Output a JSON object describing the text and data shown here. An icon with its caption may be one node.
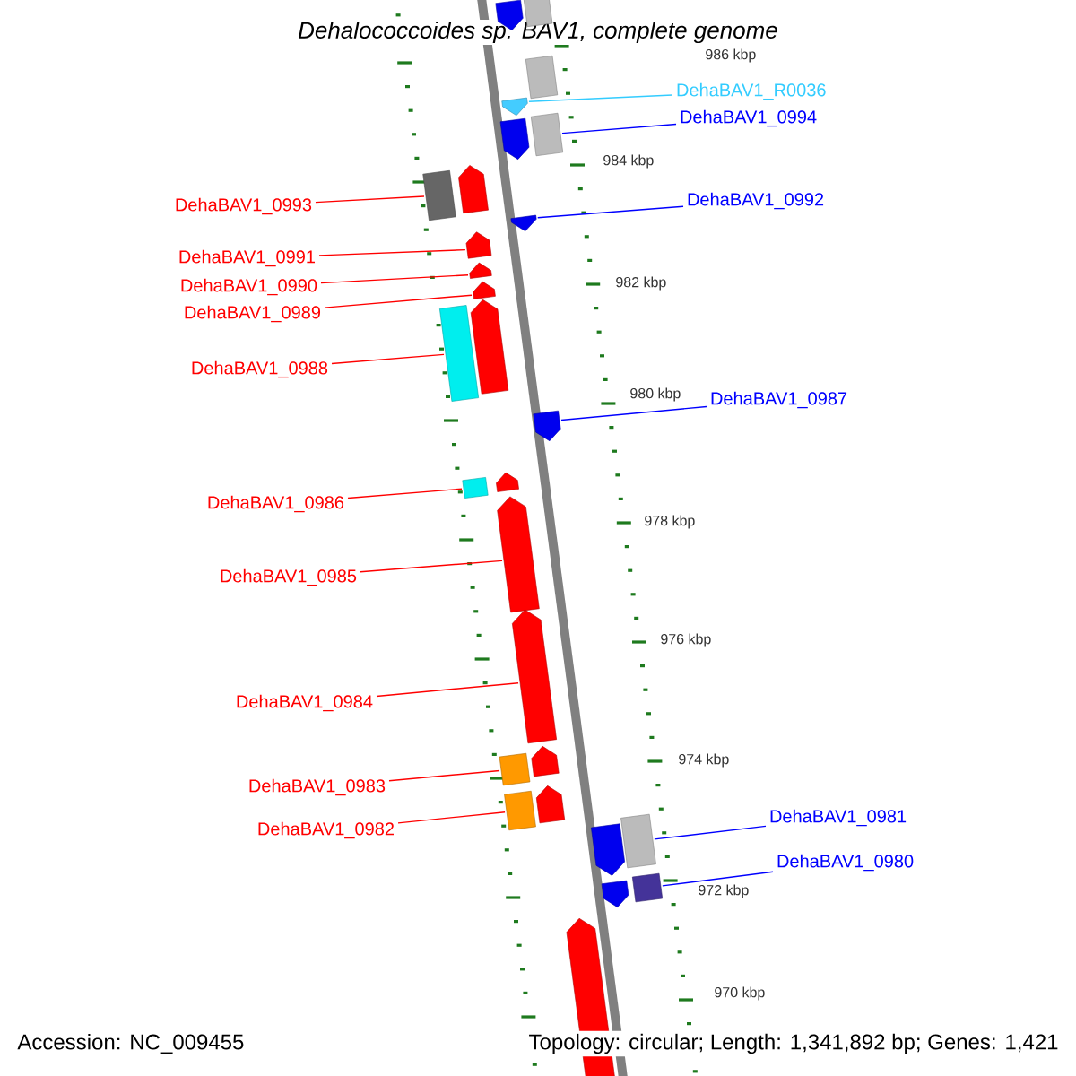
{
  "diagram": {
    "title": "Dehalococcoides sp. BAV1, complete genome",
    "nodes": [
      {
        "text": [
          "DehaBAV1_R0036"
        ]
      },
      {
        "text": [],
        "shape": "bar"
      },
      {
        "text": [
          "DehaBAV1_0994"
        ]
      },
      {
        "text": [],
        "shape": "box"
      },
      {
        "text": [
          "DehaBAV1_0992"
        ]
      },
      {
        "text": [],
        "shape": "bar"
      },
      {
        "text": [
          "DehaBAV1_0993"
        ]
      },
      {
        "text": [],
        "shape": "box"
      },
      {
        "text": [
          "DehaBAV1_0991"
        ]
      },
      {
        "text": [],
        "shape": "bar"
      },
      {
        "text": [
          "DehaBAV1_0990"
        ]
      },
      {
        "text": [],
        "shape": "bar"
      },
      {
        "text": [
          "DehaBAV1_0989"
        ]
      },
      {
        "text": [],
        "shape": "bar"
      },
      {
        "text": [
          "DehaBAV1_0988"
        ]
      },
      {
        "text": [],
        "shape": "box"
      },
      {
        "text": [
          "DehaBAV1_0987"
        ]
      },
      {
        "text": [],
        "shape": "bar"
      },
      {
        "text": [
          "DehaBAV1_0986"
        ]
      },
      {
        "text": [],
        "shape": "box"
      },
      {
        "text": [
          "DehaBAV1_0985"
        ]
      },
      {
        "text": [],
        "shape": "bar"
      },
      {
        "text": [
          "DehaBAV1_0984"
        ]
      },
      {
        "text": [],
        "shape": "bar"
      },
      {
        "text": [
          "DehaBAV1_0983"
        ]
      },
      {
        "text": [],
        "shape": "box"
      },
      {
        "text": [
          "DehaBAV1_0982"
        ]
      },
      {
        "text": [],
        "shape": "box"
      },
      {
        "text": [
          "DehaBAV1_0981"
        ]
      },
      {
        "text": [],
        "shape": "box"
      },
      {
        "text": [
          "DehaBAV1_0980"
        ]
      },
      {
        "text": [],
        "shape": "box"
      },
      {
        "text": [],
        "shape": "bar"
      },
      {
        "text": [],
        "shape": "box"
      },
      {
        "text": [],
        "shape": "box"
      },
      {
        "text": [],
        "shape": "bar"
      },
      {
        "text": [],
        "shape": "bar"
      },
      {
        "text": [],
        "shape": "bar"
      },
      {
        "text": [],
        "shape": "bar"
      },
      {
        "text": [],
        "shape": "bar"
      },
      {
        "text": [],
        "shape": "bar"
      },
      {
        "text": [],
        "shape": "bar"
      },
      {
        "text": [],
        "shape": "bar"
      },
      {
        "text": [],
        "shape": "bar"
      }
    ],
    "edges": [
      {
        "from": 0,
        "to": 1,
        "arrow": "none",
        "color": "#33ccff"
      },
      {
        "from": 2,
        "to": 3,
        "arrow": "none",
        "color": "#0000ff"
      },
      {
        "from": 4,
        "to": 5,
        "arrow": "none",
        "color": "#0000ff"
      },
      {
        "from": 6,
        "to": 7,
        "arrow": "none"
      },
      {
        "from": 8,
        "to": 9,
        "arrow": "none"
      },
      {
        "from": 10,
        "to": 11,
        "arrow": "none"
      },
      {
        "from": 12,
        "to": 13,
        "arrow": "none"
      },
      {
        "from": 14,
        "to": 15,
        "arrow": "none"
      },
      {
        "from": 16,
        "to": 17,
        "arrow": "none",
        "color": "#0000ff"
      },
      {
        "from": 18,
        "to": 19,
        "arrow": "none"
      },
      {
        "from": 20,
        "to": 21,
        "arrow": "none"
      },
      {
        "from": 22,
        "to": 23,
        "arrow": "none"
      },
      {
        "from": 24,
        "to": 25,
        "arrow": "none"
      },
      {
        "from": 26,
        "to": 27,
        "arrow": "none"
      },
      {
        "from": 28,
        "to": 29,
        "arrow": "none",
        "color": "#0000ff"
      },
      {
        "from": 30,
        "to": 31,
        "arrow": "none",
        "color": "#0000ff"
      }
    ],
    "labels": [
      "986 kbp",
      "984 kbp",
      "982 kbp",
      "980 kbp",
      "978 kbp",
      "976 kbp",
      "974 kbp",
      "972 kbp",
      "970 kbp",
      "Accession: NC_009455",
      "Topology: circular; Length: 1,341,892 bp; Genes: 1,421"
    ]
  }
}
